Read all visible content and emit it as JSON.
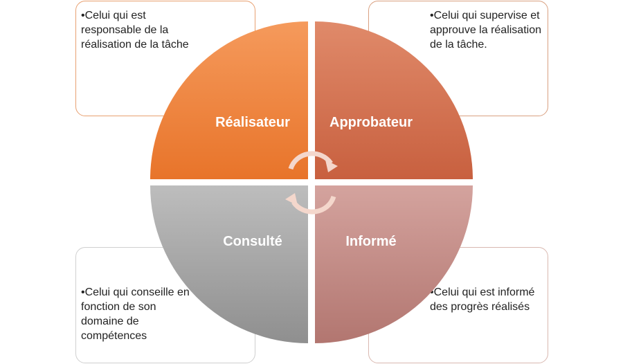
{
  "quadrants": {
    "top_left": {
      "label": "Réalisateur",
      "color_light": "#F59A5C",
      "color_dark": "#E8742A"
    },
    "top_right": {
      "label": "Approbateur",
      "color_light": "#E08A6A",
      "color_dark": "#C8603F"
    },
    "bottom_left": {
      "label": "Consulté",
      "color_light": "#BDBDBD",
      "color_dark": "#8F8F8F"
    },
    "bottom_right": {
      "label": "Informé",
      "color_light": "#D4A39E",
      "color_dark": "#B27670"
    }
  },
  "notes": {
    "top_left": "Celui qui est responsable de la réalisation de la tâche",
    "top_right": "Celui qui supervise et approuve la réalisation de la tâche.",
    "bottom_left": "Celui qui conseille en fonction de son domaine de compétences",
    "bottom_right": "Celui qui est informé des progrès réalisés"
  },
  "cycle_arrows": {
    "icon": "cycle-arrows-icon",
    "color": "#F4D7CC"
  }
}
